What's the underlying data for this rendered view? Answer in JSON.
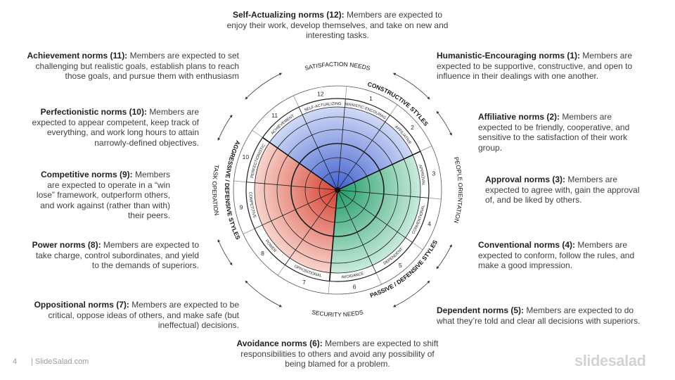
{
  "norms": [
    {
      "id": "n1",
      "title": "Humanistic-Encouraging norms (1):",
      "text": "Members are expected to be supportive, constructive, and open to influence in their dealings with one another."
    },
    {
      "id": "n2",
      "title": "Affiliative norms (2):",
      "text": "Members are expected to be friendly, cooperative, and sensitive to the satisfaction of their work group."
    },
    {
      "id": "n3",
      "title": "Approval norms (3):",
      "text": "Members are expected to agree with, gain the approval of, and be liked by others."
    },
    {
      "id": "n4",
      "title": "Conventional norms (4):",
      "text": "Members are expected to conform, follow the rules, and make a good impression."
    },
    {
      "id": "n5",
      "title": "Dependent norms (5):",
      "text": "Members are expected to do what they’re told and clear all decisions with superiors."
    },
    {
      "id": "n6",
      "title": "Avoidance norms (6):",
      "text": "Members are expected to shift responsibilities to others and avoid any possibility of being blamed for a problem."
    },
    {
      "id": "n7",
      "title": "Oppositional norms (7):",
      "text": "Members are expected to be critical, oppose ideas of others, and make safe (but ineffectual) decisions."
    },
    {
      "id": "n8",
      "title": "Power norms (8):",
      "text": "Members are expected to take charge, control subordinates, and yield to the demands of superiors."
    },
    {
      "id": "n9",
      "title": "Competitive norms (9):",
      "text": "Members are expected to operate in a “win lose” framework, outperform others, and work against (rather than with) their peers."
    },
    {
      "id": "n10",
      "title": "Perfectionistic norms (10):",
      "text": "Members are expected to appear competent, keep track of everything, and work long hours to attain narrowly-defined objectives."
    },
    {
      "id": "n11",
      "title": "Achievement norms (11):",
      "text": "Members are expected to set challenging but realistic goals, establish plans to reach those goals, and pursue them with enthusiasm"
    },
    {
      "id": "n12",
      "title": "Self-Actualizing norms (12):",
      "text": "Members are expected to enjoy their work, develop themselves,  and take on new and interesting tasks."
    }
  ],
  "wheel": {
    "segments": [
      {
        "num": "1",
        "label": "HUMANISTIC-ENCOURAGING"
      },
      {
        "num": "2",
        "label": "AFFILIATIVE"
      },
      {
        "num": "3",
        "label": "APPROVAL"
      },
      {
        "num": "4",
        "label": "CONVENTIONAL"
      },
      {
        "num": "5",
        "label": "DEPENDENT"
      },
      {
        "num": "6",
        "label": "AVOIDANCE"
      },
      {
        "num": "7",
        "label": "OPPOSITIONAL"
      },
      {
        "num": "8",
        "label": "POWER"
      },
      {
        "num": "9",
        "label": "COMPETITIVE"
      },
      {
        "num": "10",
        "label": "PERFECTIONISTIC"
      },
      {
        "num": "11",
        "label": "ACHIEVEMENT"
      },
      {
        "num": "12",
        "label": "SELF-ACTUALIZING"
      }
    ],
    "style_labels": {
      "constructive": "CONSTRUCTIVE STYLES",
      "passive": "PASSIVE / DEFENSIVE STYLES",
      "aggressive": "AGGRESSIVE / DEFENSIVE STYLES"
    },
    "axis_labels": {
      "satisfaction": "SATISFACTION NEEDS",
      "security": "SECURITY NEEDS",
      "people": "PEOPLE ORIENTATION",
      "task": "TASK OPERATION"
    },
    "colors": {
      "constructive": "#5b7fd9",
      "passive": "#3aa57a",
      "aggressive": "#de5a48"
    }
  },
  "footer": {
    "page": "4",
    "brand": "| SlideSalad.com",
    "logo": "slidesalad"
  }
}
